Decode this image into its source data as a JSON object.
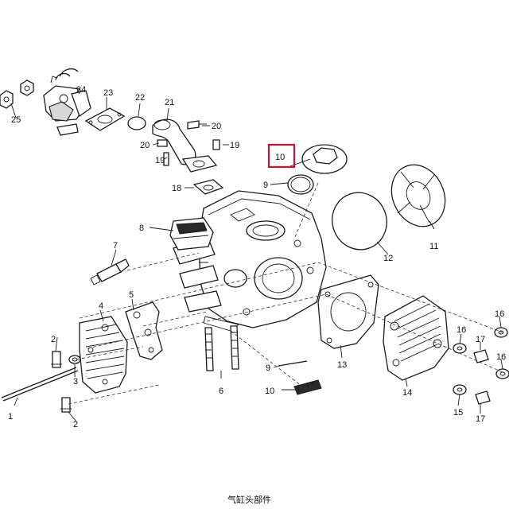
{
  "callouts": [
    {
      "id": "c1",
      "text": "1"
    },
    {
      "id": "c2a",
      "text": "2"
    },
    {
      "id": "c2b",
      "text": "2"
    },
    {
      "id": "c3",
      "text": "3"
    },
    {
      "id": "c4",
      "text": "4"
    },
    {
      "id": "c5",
      "text": "5"
    },
    {
      "id": "c6",
      "text": "6"
    },
    {
      "id": "c7",
      "text": "7"
    },
    {
      "id": "c8",
      "text": "8"
    },
    {
      "id": "c9a",
      "text": "9"
    },
    {
      "id": "c9b",
      "text": "9"
    },
    {
      "id": "c10a",
      "text": "10"
    },
    {
      "id": "c10b",
      "text": "10"
    },
    {
      "id": "c11",
      "text": "11"
    },
    {
      "id": "c12",
      "text": "12"
    },
    {
      "id": "c13",
      "text": "13"
    },
    {
      "id": "c14",
      "text": "14"
    },
    {
      "id": "c15",
      "text": "15"
    },
    {
      "id": "c16a",
      "text": "16"
    },
    {
      "id": "c16b",
      "text": "16"
    },
    {
      "id": "c16c",
      "text": "16"
    },
    {
      "id": "c17a",
      "text": "17"
    },
    {
      "id": "c17b",
      "text": "17"
    },
    {
      "id": "c18",
      "text": "18"
    },
    {
      "id": "c19a",
      "text": "19"
    },
    {
      "id": "c19b",
      "text": "19"
    },
    {
      "id": "c20a",
      "text": "20"
    },
    {
      "id": "c20b",
      "text": "20"
    },
    {
      "id": "c21",
      "text": "21"
    },
    {
      "id": "c22",
      "text": "22"
    },
    {
      "id": "c23",
      "text": "23"
    },
    {
      "id": "c24",
      "text": "24"
    },
    {
      "id": "c25",
      "text": "25"
    }
  ],
  "caption": "气缸头部件",
  "highlight": {
    "color": "#d0103a"
  }
}
